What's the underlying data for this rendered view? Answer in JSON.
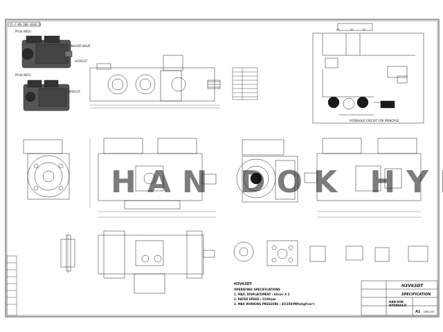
{
  "sheet": {
    "top_left_code": "YF-C-KD-108-1834(I)",
    "watermark": "HAN DOK HYD"
  },
  "views": {
    "iso_top_label": "PFLN (NO2)",
    "unload_valve": "UNLOAD VALVE",
    "model_1": "H15612T",
    "iso_mid_label": "PFLN (NO1)",
    "model_2": "DP5612T"
  },
  "specs": {
    "model": "H3V63DT",
    "heading": "OPERATING SPECIFICATIONS",
    "line1": "1. MAX. DISPLACEMENT : 63cm³ X 2",
    "line2": "2. RATED SPEED : 2100rpm",
    "line3": "3. MAX WORKING PRESSURE : 35(350)MPa(kgf/cm²)"
  },
  "hydraulic": {
    "caption": "HYDRAULIC CIRCUIT FOR PRINCIPLE",
    "port_labels": [
      "A2",
      "A3",
      "A1"
    ]
  },
  "title_block": {
    "drawing_no": "H3V63DT",
    "title": "SPECIFICATION",
    "company_1": "HAN DOK",
    "company_2": "HYDRAULIC",
    "sheet_size": "A1",
    "revision": "DWG-NO"
  },
  "colors": {
    "line": "#1a1a1a",
    "watermark": "#c8c8c8",
    "hatch": "#555555"
  }
}
